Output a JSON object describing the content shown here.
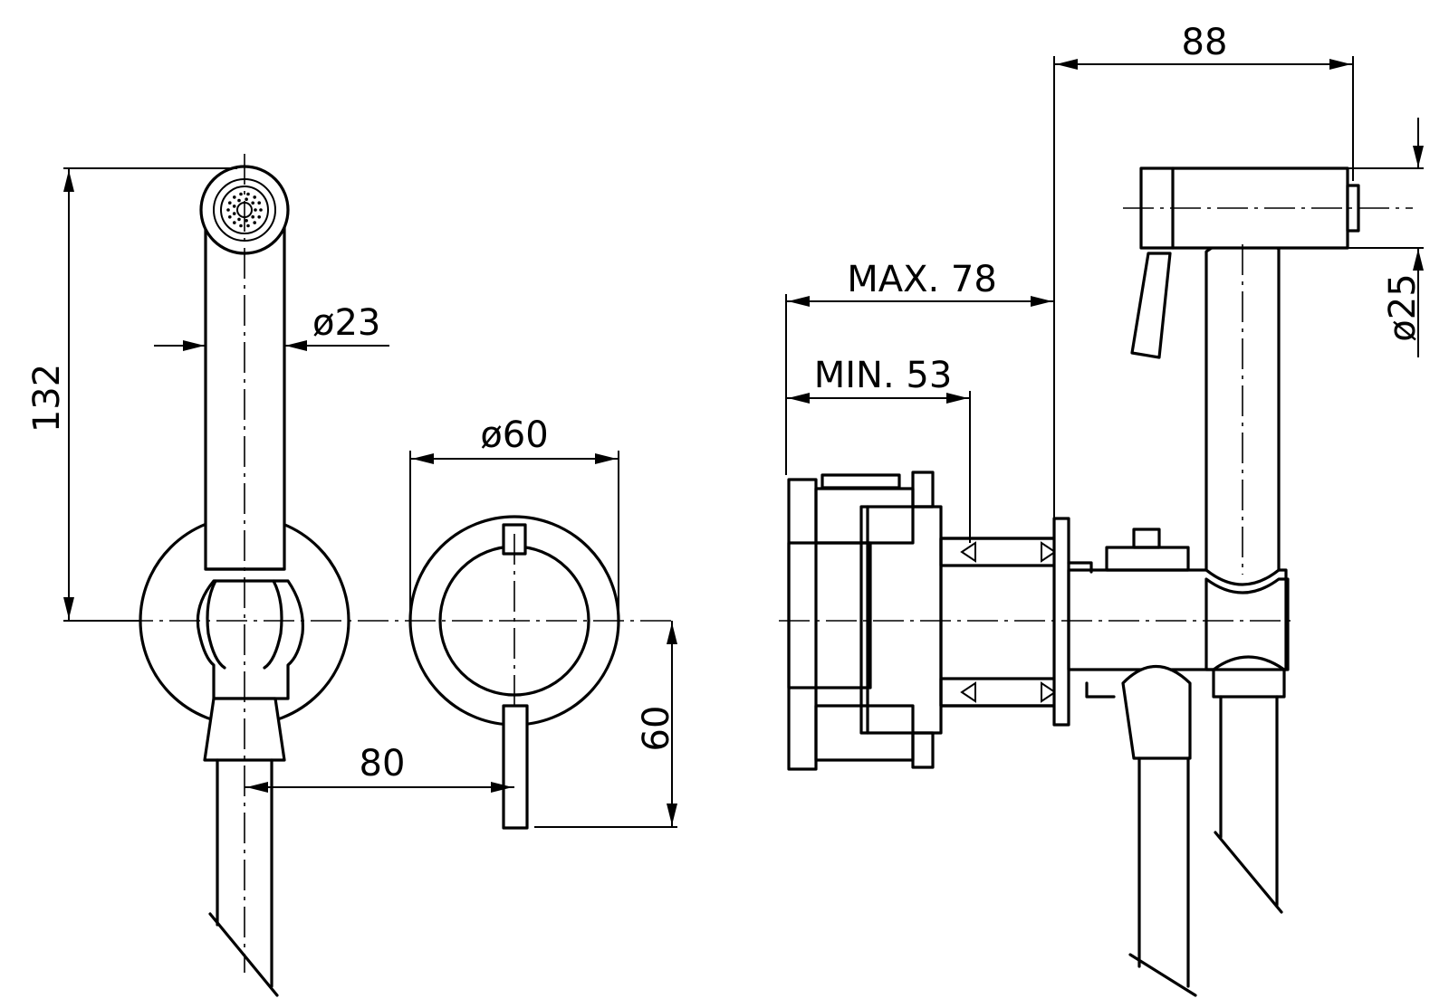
{
  "dimensions": {
    "shower_head_diameter": "ø23",
    "total_height": "132",
    "plate_diameter": "ø60",
    "lever_offset": "80",
    "lever_drop": "60",
    "max_depth": "MAX. 78",
    "min_depth": "MIN. 53",
    "total_depth": "88",
    "side_diameter": "ø25"
  }
}
